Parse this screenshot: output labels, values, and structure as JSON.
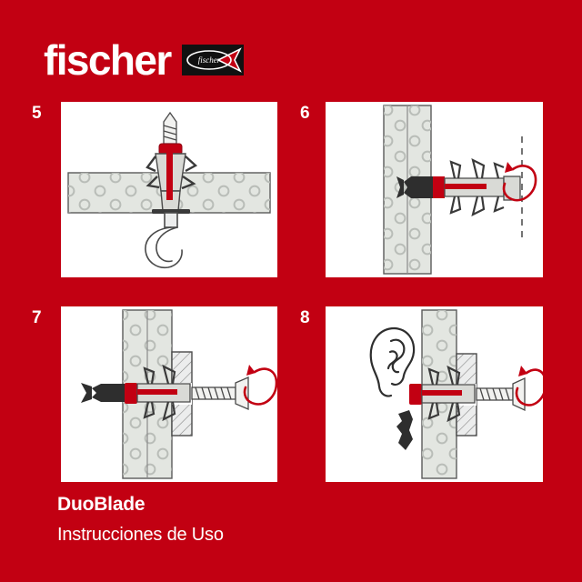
{
  "brand": {
    "wordmark": "fischer",
    "fish_logo_text": "fischer",
    "logo_icon": "fischer-fish-logo",
    "background_color": "#c20012",
    "panel_color": "#ffffff"
  },
  "caption": {
    "product": "DuoBlade",
    "subtitle": "Instrucciones de Uso"
  },
  "panels": [
    {
      "number": "5",
      "name": "step-5",
      "description": "Anchor set in horizontal board with hook screwed in from below",
      "elements": {
        "wall_orientation": "horizontal",
        "fastener": "hook-screw",
        "anchor_color": "#c20012"
      }
    },
    {
      "number": "6",
      "name": "step-6",
      "description": "Anchor pushed through vertical hollow wall, rotation arrow indicates turning",
      "elements": {
        "wall_orientation": "vertical",
        "fastener": "anchor-body",
        "rotation_arrow": "clockwise",
        "anchor_color": "#c20012"
      }
    },
    {
      "number": "7",
      "name": "step-7",
      "description": "Screw driven through mounting bracket into set anchor, rotation arrow",
      "elements": {
        "wall_orientation": "vertical",
        "fastener": "countersunk-screw",
        "rotation_arrow": "clockwise",
        "anchor_color": "#c20012"
      }
    },
    {
      "number": "8",
      "name": "step-8",
      "description": "Listen for click warning: ear icon with red exclamation mark; do not overtighten",
      "elements": {
        "wall_orientation": "vertical",
        "fastener": "countersunk-screw",
        "rotation_arrow": "clockwise",
        "warning_icon": "ear-listen",
        "exclamation_color": "#c20012",
        "anchor_color": "#c20012"
      }
    }
  ],
  "colors": {
    "brand_red": "#c20012",
    "accent_red": "#e2001a",
    "wall_fill": "#e3e6e1",
    "wall_dot": "#b9bdb8",
    "metal_light": "#d9dad6",
    "metal_dark": "#3a3a3a",
    "outline": "#444444"
  }
}
